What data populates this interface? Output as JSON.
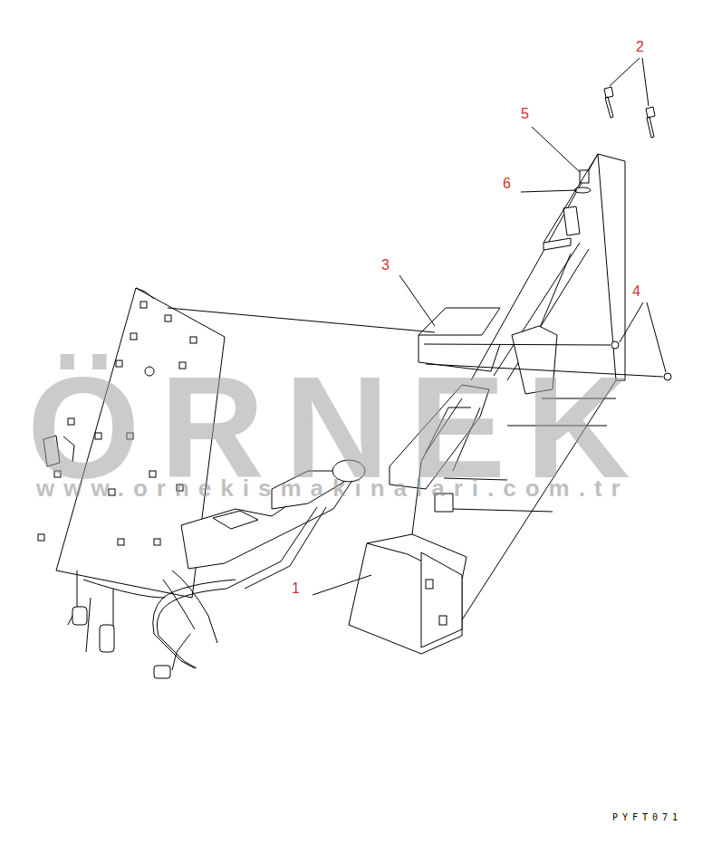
{
  "diagram": {
    "labels": [
      "2",
      "5",
      "6",
      "3",
      "4",
      "ÖRNEK",
      "www.ornekismakinalari.com.tr",
      "1",
      "PYFT071"
    ]
  }
}
